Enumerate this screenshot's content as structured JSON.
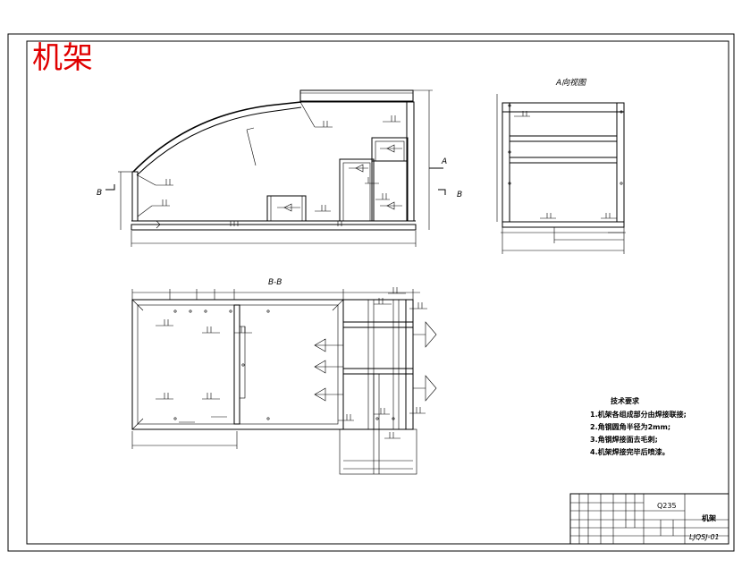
{
  "title": "机架",
  "views": {
    "section_a_label": "A向视图",
    "section_bb_label": "B-B",
    "arrow_a": "A",
    "arrow_b_left": "B",
    "arrow_b_right": "B"
  },
  "tech_notes": {
    "heading": "技术要求",
    "items": [
      "1.机架各组成部分由焊接联接;",
      "2.角钢圆角半径为2mm;",
      "3.角钢焊接面去毛刺;",
      "4.机架焊接完毕后喷漆。"
    ]
  },
  "title_block": {
    "material": "Q235",
    "part_name": "机架",
    "drawing_no": "LJQSJ-01"
  }
}
